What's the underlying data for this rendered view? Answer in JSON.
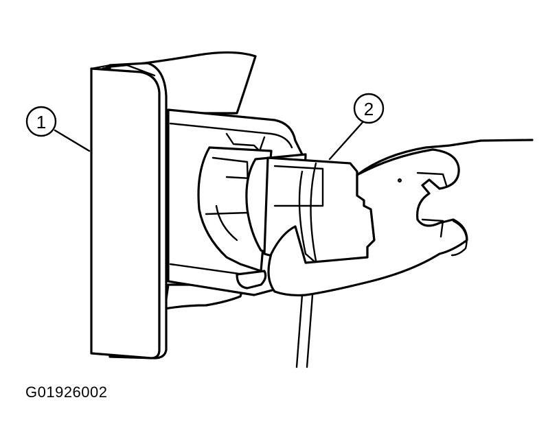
{
  "figure_id": "G01926002",
  "callouts": [
    {
      "number": "1"
    },
    {
      "number": "2"
    }
  ],
  "colors": {
    "ink": "#000000",
    "background": "#ffffff"
  }
}
